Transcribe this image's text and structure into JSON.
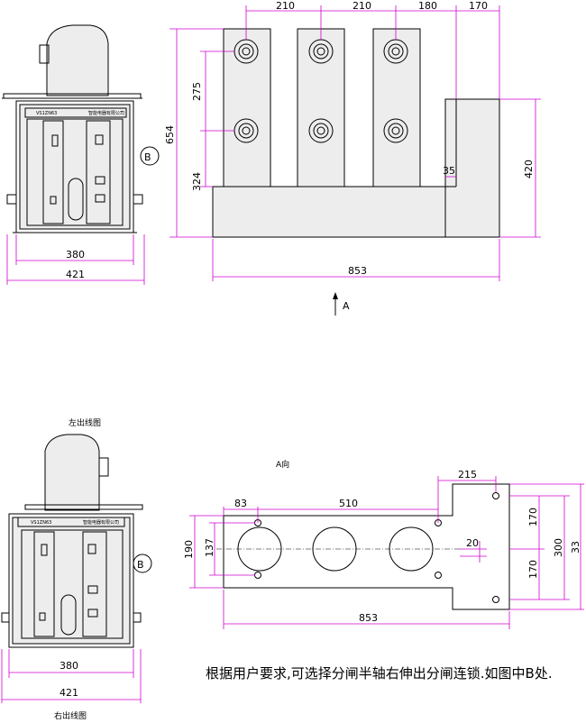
{
  "top_right_view": {
    "dims_top": [
      "210",
      "210",
      "180",
      "170"
    ],
    "dim_height_total": "654",
    "dim_upper": "275",
    "dim_lower": "324",
    "dim_right": "420",
    "dim_step": "35",
    "dim_width": "853",
    "arrow_label": "A"
  },
  "top_left_view": {
    "dim_inner": "380",
    "dim_outer": "421",
    "callout": "B",
    "panel_text_left": "VS1ZN63",
    "panel_text_right": "智能电器有限公司"
  },
  "bottom_left_view": {
    "title_top": "左出线图",
    "title_bottom": "右出线图",
    "dim_inner": "380",
    "dim_outer": "421",
    "callout": "B",
    "panel_text_left": "VS1ZN63",
    "panel_text_right": "智能电器有限公司"
  },
  "bottom_right_view": {
    "view_title": "A向",
    "dim_83": "83",
    "dim_510": "510",
    "dim_215": "215",
    "dim_190": "190",
    "dim_137": "137",
    "dim_20": "20",
    "dim_170a": "170",
    "dim_170b": "170",
    "dim_300": "300",
    "dim_33": "33",
    "dim_853": "853"
  },
  "note": "根据用户要求,可选择分闸半轴右伸出分闸连锁.如图中B处."
}
